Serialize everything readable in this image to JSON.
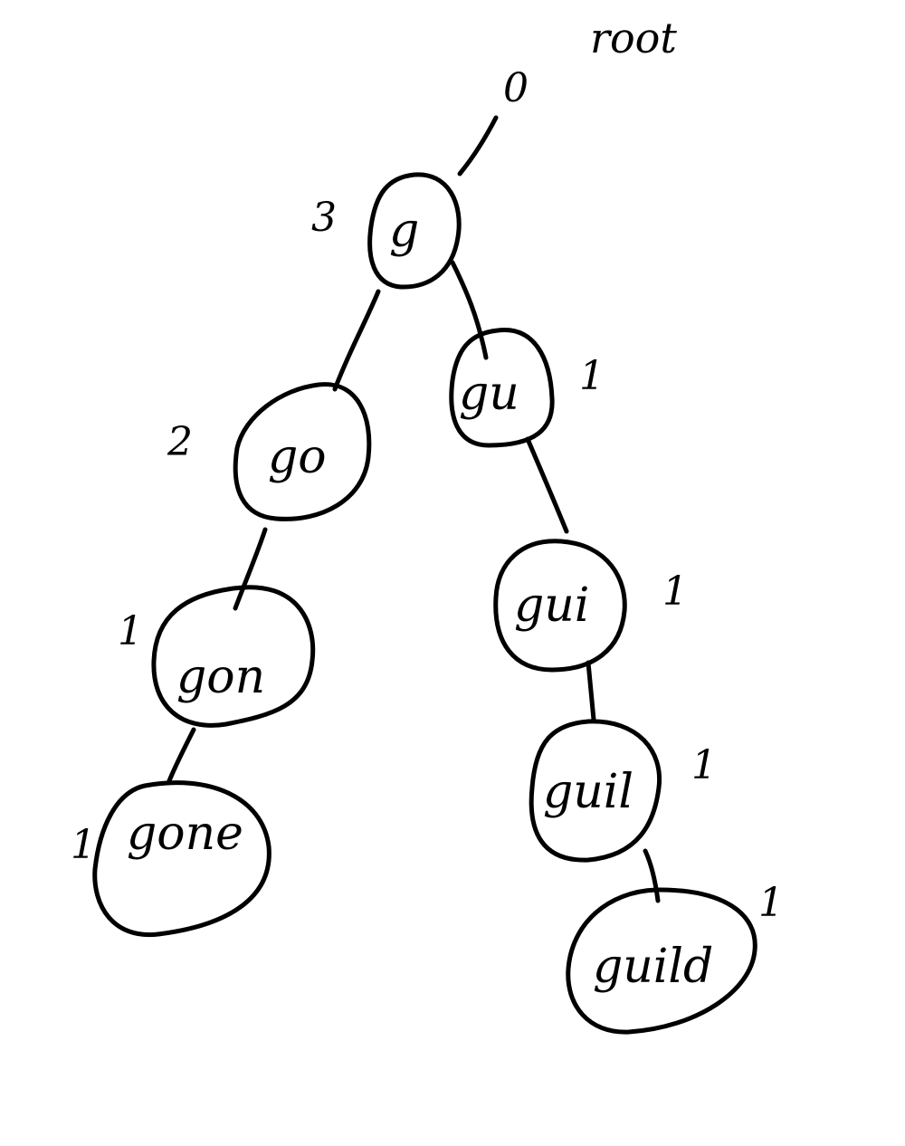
{
  "title": "root",
  "root_count": "0",
  "nodes": [
    {
      "id": "g",
      "label": "g",
      "count": "3"
    },
    {
      "id": "go",
      "label": "go",
      "count": "2"
    },
    {
      "id": "gon",
      "label": "gon",
      "count": "1"
    },
    {
      "id": "gone",
      "label": "gone",
      "count": "1"
    },
    {
      "id": "gu",
      "label": "gu",
      "count": "1"
    },
    {
      "id": "gui",
      "label": "gui",
      "count": "1"
    },
    {
      "id": "guil",
      "label": "guil",
      "count": "1"
    },
    {
      "id": "guild",
      "label": "guild",
      "count": "1"
    }
  ],
  "edges": [
    [
      "root",
      "g"
    ],
    [
      "g",
      "go"
    ],
    [
      "g",
      "gu"
    ],
    [
      "go",
      "gon"
    ],
    [
      "gon",
      "gone"
    ],
    [
      "gu",
      "gui"
    ],
    [
      "gui",
      "guil"
    ],
    [
      "guil",
      "guild"
    ]
  ]
}
